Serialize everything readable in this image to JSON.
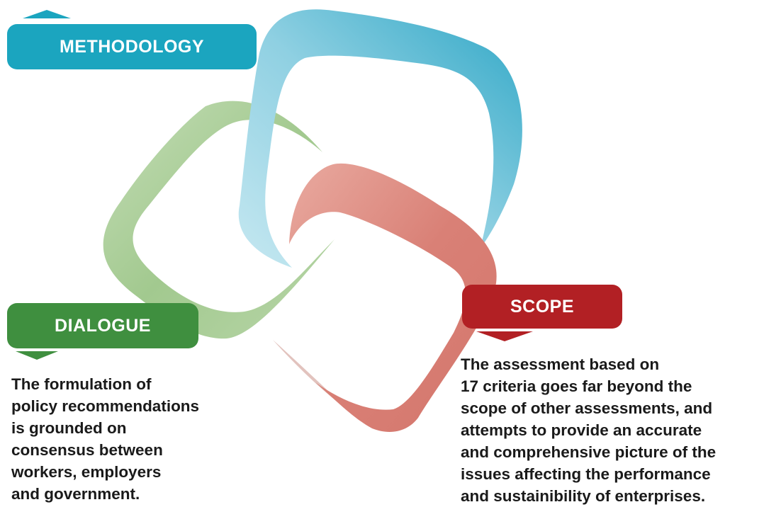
{
  "sections": {
    "methodology": {
      "title": "METHODOLOGY",
      "color": "#1ba5bf"
    },
    "dialogue": {
      "title": "DIALOGUE",
      "color": "#3f8f3f",
      "description": "The formulation of\npolicy recommendations\nis grounded on\nconsensus between\nworkers, employers\nand government."
    },
    "scope": {
      "title": "SCOPE",
      "color": "#b22024",
      "description": "The assessment based on\n17 criteria goes far beyond the\nscope of other assessments, and\nattempts to provide an accurate\nand comprehensive picture of the\nissues affecting the performance\nand sustainibility of enterprises."
    }
  },
  "loop_colors": {
    "blue": "#3aa9c9",
    "green": "#a6cd95",
    "red": "#d7827a"
  }
}
